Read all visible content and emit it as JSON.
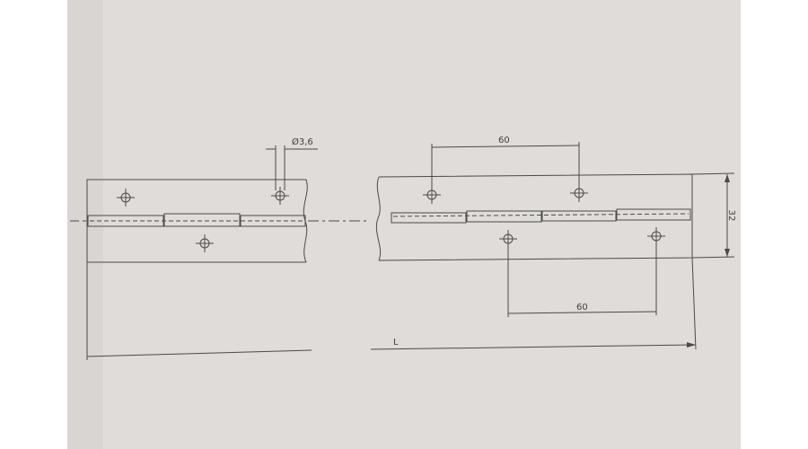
{
  "drawing": {
    "hole_diameter_label": "Ø3,6",
    "top_pitch_label": "60",
    "bottom_pitch_label": "60",
    "width_label": "32",
    "length_label": "L"
  },
  "colors": {
    "paper": "#dfdcd9",
    "margin": "#ffffff",
    "line": "#4a4a4a"
  }
}
